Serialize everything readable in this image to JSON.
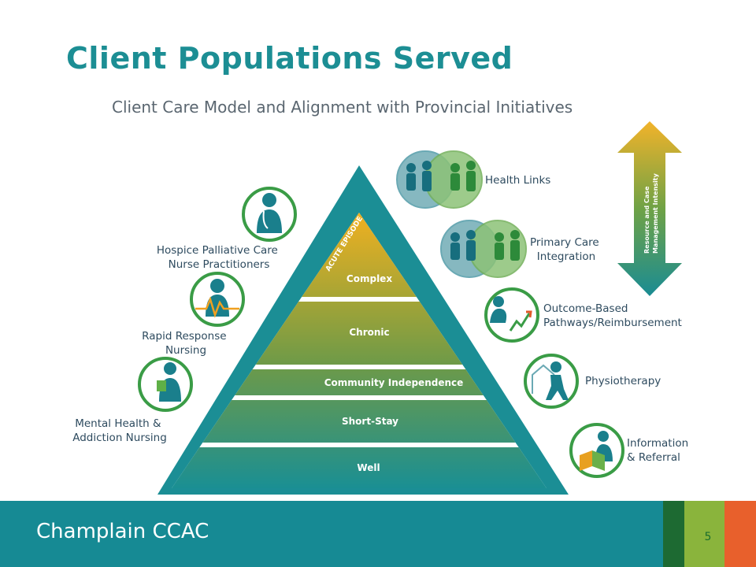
{
  "title": "Client Populations Served",
  "subtitle": "Client Care Model and Alignment with Provincial Initiatives",
  "pyramid": {
    "apex_label": "ACUTE EPISODE",
    "tiers": [
      "Complex",
      "Chronic",
      "Community Independence",
      "Short-Stay",
      "Well"
    ]
  },
  "left_items": {
    "hospice": [
      "Hospice Palliative Care",
      "Nurse Practitioners"
    ],
    "rapid": [
      "Rapid Response",
      "Nursing"
    ],
    "mental": [
      "Mental Health &",
      "Addiction Nursing"
    ]
  },
  "right_items": {
    "health_links": [
      "Health Links"
    ],
    "primary_care": [
      "Primary Care",
      "Integration"
    ],
    "outcome": [
      "Outcome-Based",
      "Pathways/Reimbursement"
    ],
    "physio": [
      "Physiotherapy"
    ],
    "info": [
      "Information",
      "& Referral"
    ]
  },
  "arrow_label": [
    "Resource and Case",
    "Management Intensity"
  ],
  "footer": {
    "org": "Champlain CCAC",
    "page": "5"
  },
  "colors": {
    "title": "#1c8e94",
    "teal": "#168a94",
    "gold": "#f0b020",
    "olive": "#8c9a3c",
    "green": "#3a9c46"
  }
}
